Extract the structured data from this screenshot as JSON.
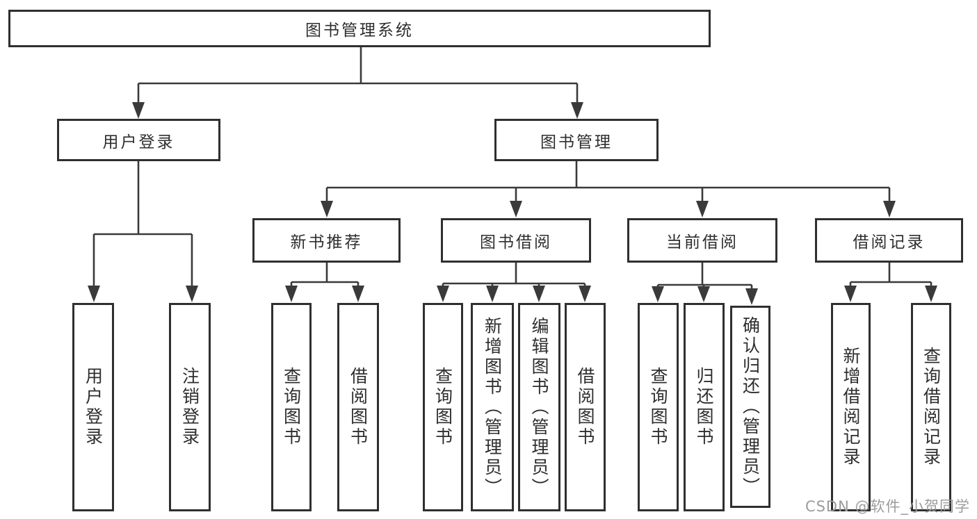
{
  "diagram": {
    "title": "图书管理系统",
    "tree": {
      "root": {
        "label": "图书管理系统",
        "children": [
          {
            "label": "用户登录",
            "children": [
              {
                "label": "用户登录"
              },
              {
                "label": "注销登录"
              }
            ]
          },
          {
            "label": "图书管理",
            "children": [
              {
                "label": "新书推荐",
                "children": [
                  {
                    "label": "查询图书"
                  },
                  {
                    "label": "借阅图书"
                  }
                ]
              },
              {
                "label": "图书借阅",
                "children": [
                  {
                    "label": "查询图书"
                  },
                  {
                    "label": "新增图书（管理员）"
                  },
                  {
                    "label": "编辑图书（管理员）"
                  },
                  {
                    "label": "借阅图书"
                  }
                ]
              },
              {
                "label": "当前借阅",
                "children": [
                  {
                    "label": "查询图书"
                  },
                  {
                    "label": "归还图书"
                  },
                  {
                    "label": "确认归还（管理员）"
                  }
                ]
              },
              {
                "label": "借阅记录",
                "children": [
                  {
                    "label": "新增借阅记录"
                  },
                  {
                    "label": "查询借阅记录"
                  }
                ]
              }
            ]
          }
        ]
      }
    }
  },
  "watermark": {
    "text": "CSDN @软件_小贺同学",
    "color": "#9c9c9c"
  },
  "colors": {
    "line": "#3a3a3a",
    "box_border": "#2f2f2f",
    "text": "#2e2e2e",
    "background": "#ffffff"
  }
}
